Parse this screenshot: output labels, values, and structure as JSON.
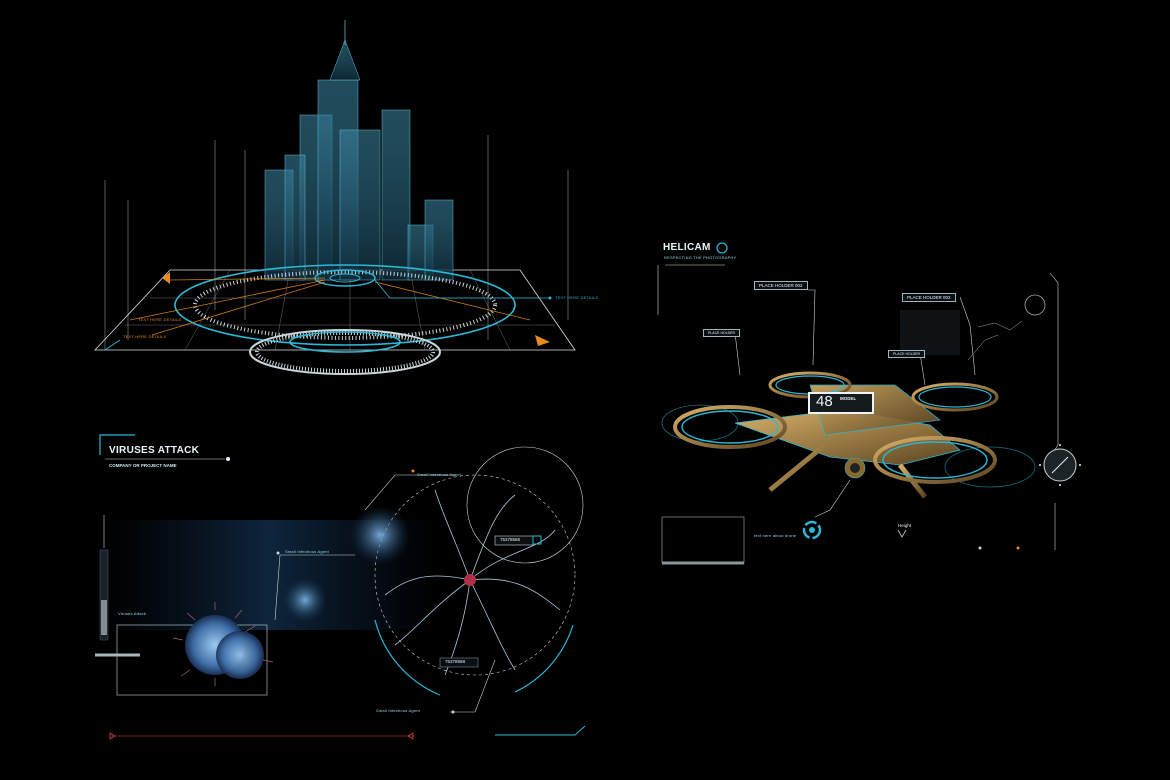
{
  "city": {
    "labels": [
      "TEXT HERE DETAILS",
      "TEXT HERE DETAILS",
      "TEXT HERE DETAILS"
    ]
  },
  "virus": {
    "title": "VIRUSES ATTACK",
    "subtitle": "COMPANY OR PROJECT NAME",
    "code_top": "75378568",
    "code_bottom": "75378568",
    "side_label": "Viruses Attack",
    "tag_a": "Small Infectious Agent",
    "tag_b": "Small Infectious Agent",
    "tag_c": "Small Infectious Agent"
  },
  "drone": {
    "title": "HELICAM",
    "subtitle": "RESPECTING THE PHOTOGRAPHY",
    "placeholder_1": "PLACE HOLDER 002",
    "placeholder_2": "PLACE HOLDER 002",
    "placeholder_3": "PLACE HOLDER",
    "placeholder_4": "PLACE HOLDER",
    "big_number": "48",
    "model_label": "MODEL",
    "height_label": "Height",
    "bottom_text": "text here about drone",
    "colors": {
      "cyan": "#2bb7d6",
      "orange": "#e88a1d",
      "gold": "#b38a4a"
    }
  }
}
